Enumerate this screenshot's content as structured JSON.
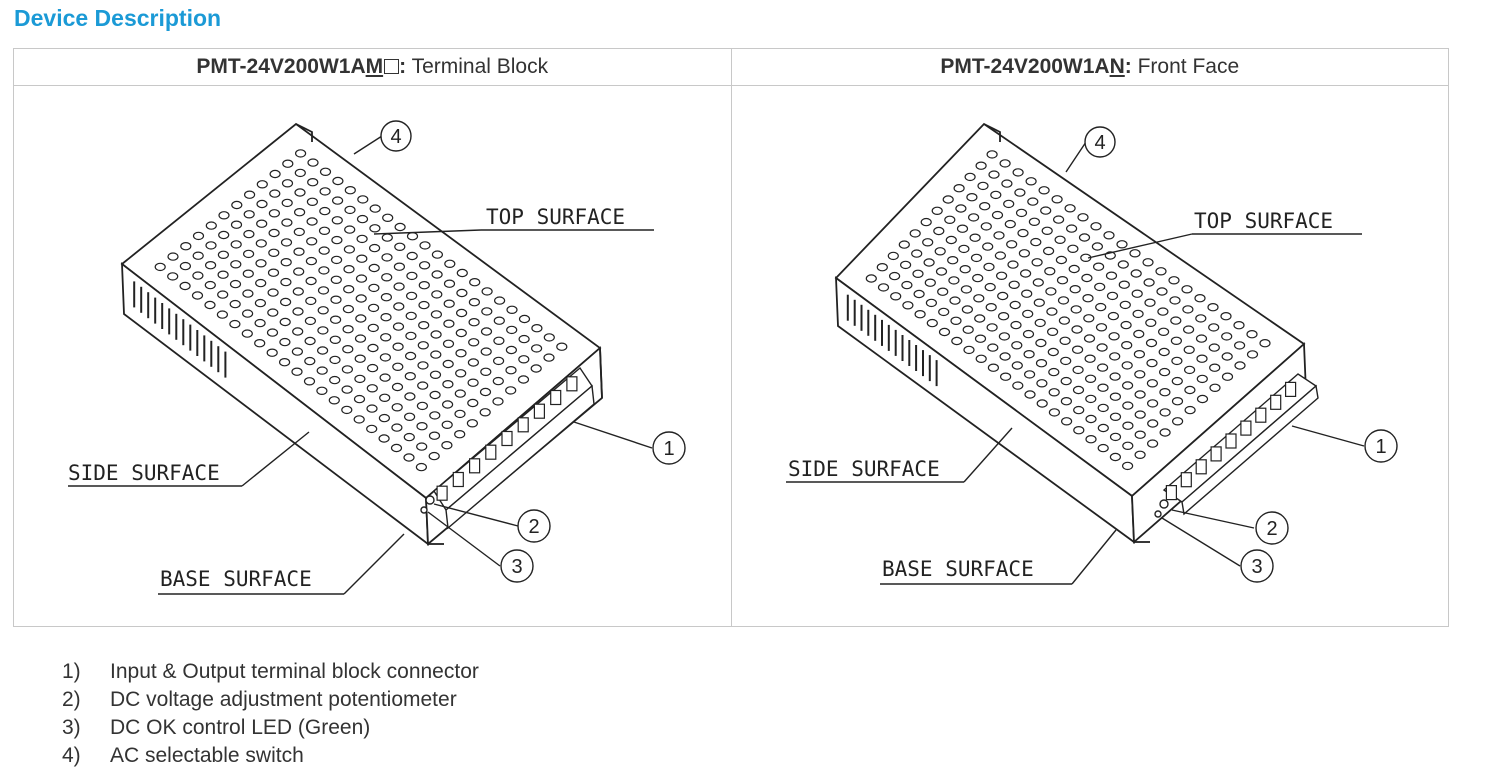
{
  "section_title": "Device Description",
  "columns": [
    {
      "model_prefix": "PMT-24V200W1A",
      "model_suffix": "M",
      "has_box": true,
      "colon": ":",
      "variant": " Terminal Block"
    },
    {
      "model_prefix": "PMT-24V200W1A",
      "model_suffix": "N",
      "has_box": false,
      "colon": ":",
      "variant": " Front Face"
    }
  ],
  "drawing_labels": {
    "top_surface": "TOP SURFACE",
    "side_surface": "SIDE SURFACE",
    "base_surface": "BASE SURFACE",
    "callout_1": "1",
    "callout_2": "2",
    "callout_3": "3",
    "callout_4": "4"
  },
  "items": [
    {
      "num": "1)",
      "text": "Input & Output terminal block connector"
    },
    {
      "num": "2)",
      "text": "DC voltage adjustment potentiometer"
    },
    {
      "num": "3)",
      "text": "DC OK control LED (Green)"
    },
    {
      "num": "4)",
      "text": "AC selectable switch"
    }
  ]
}
